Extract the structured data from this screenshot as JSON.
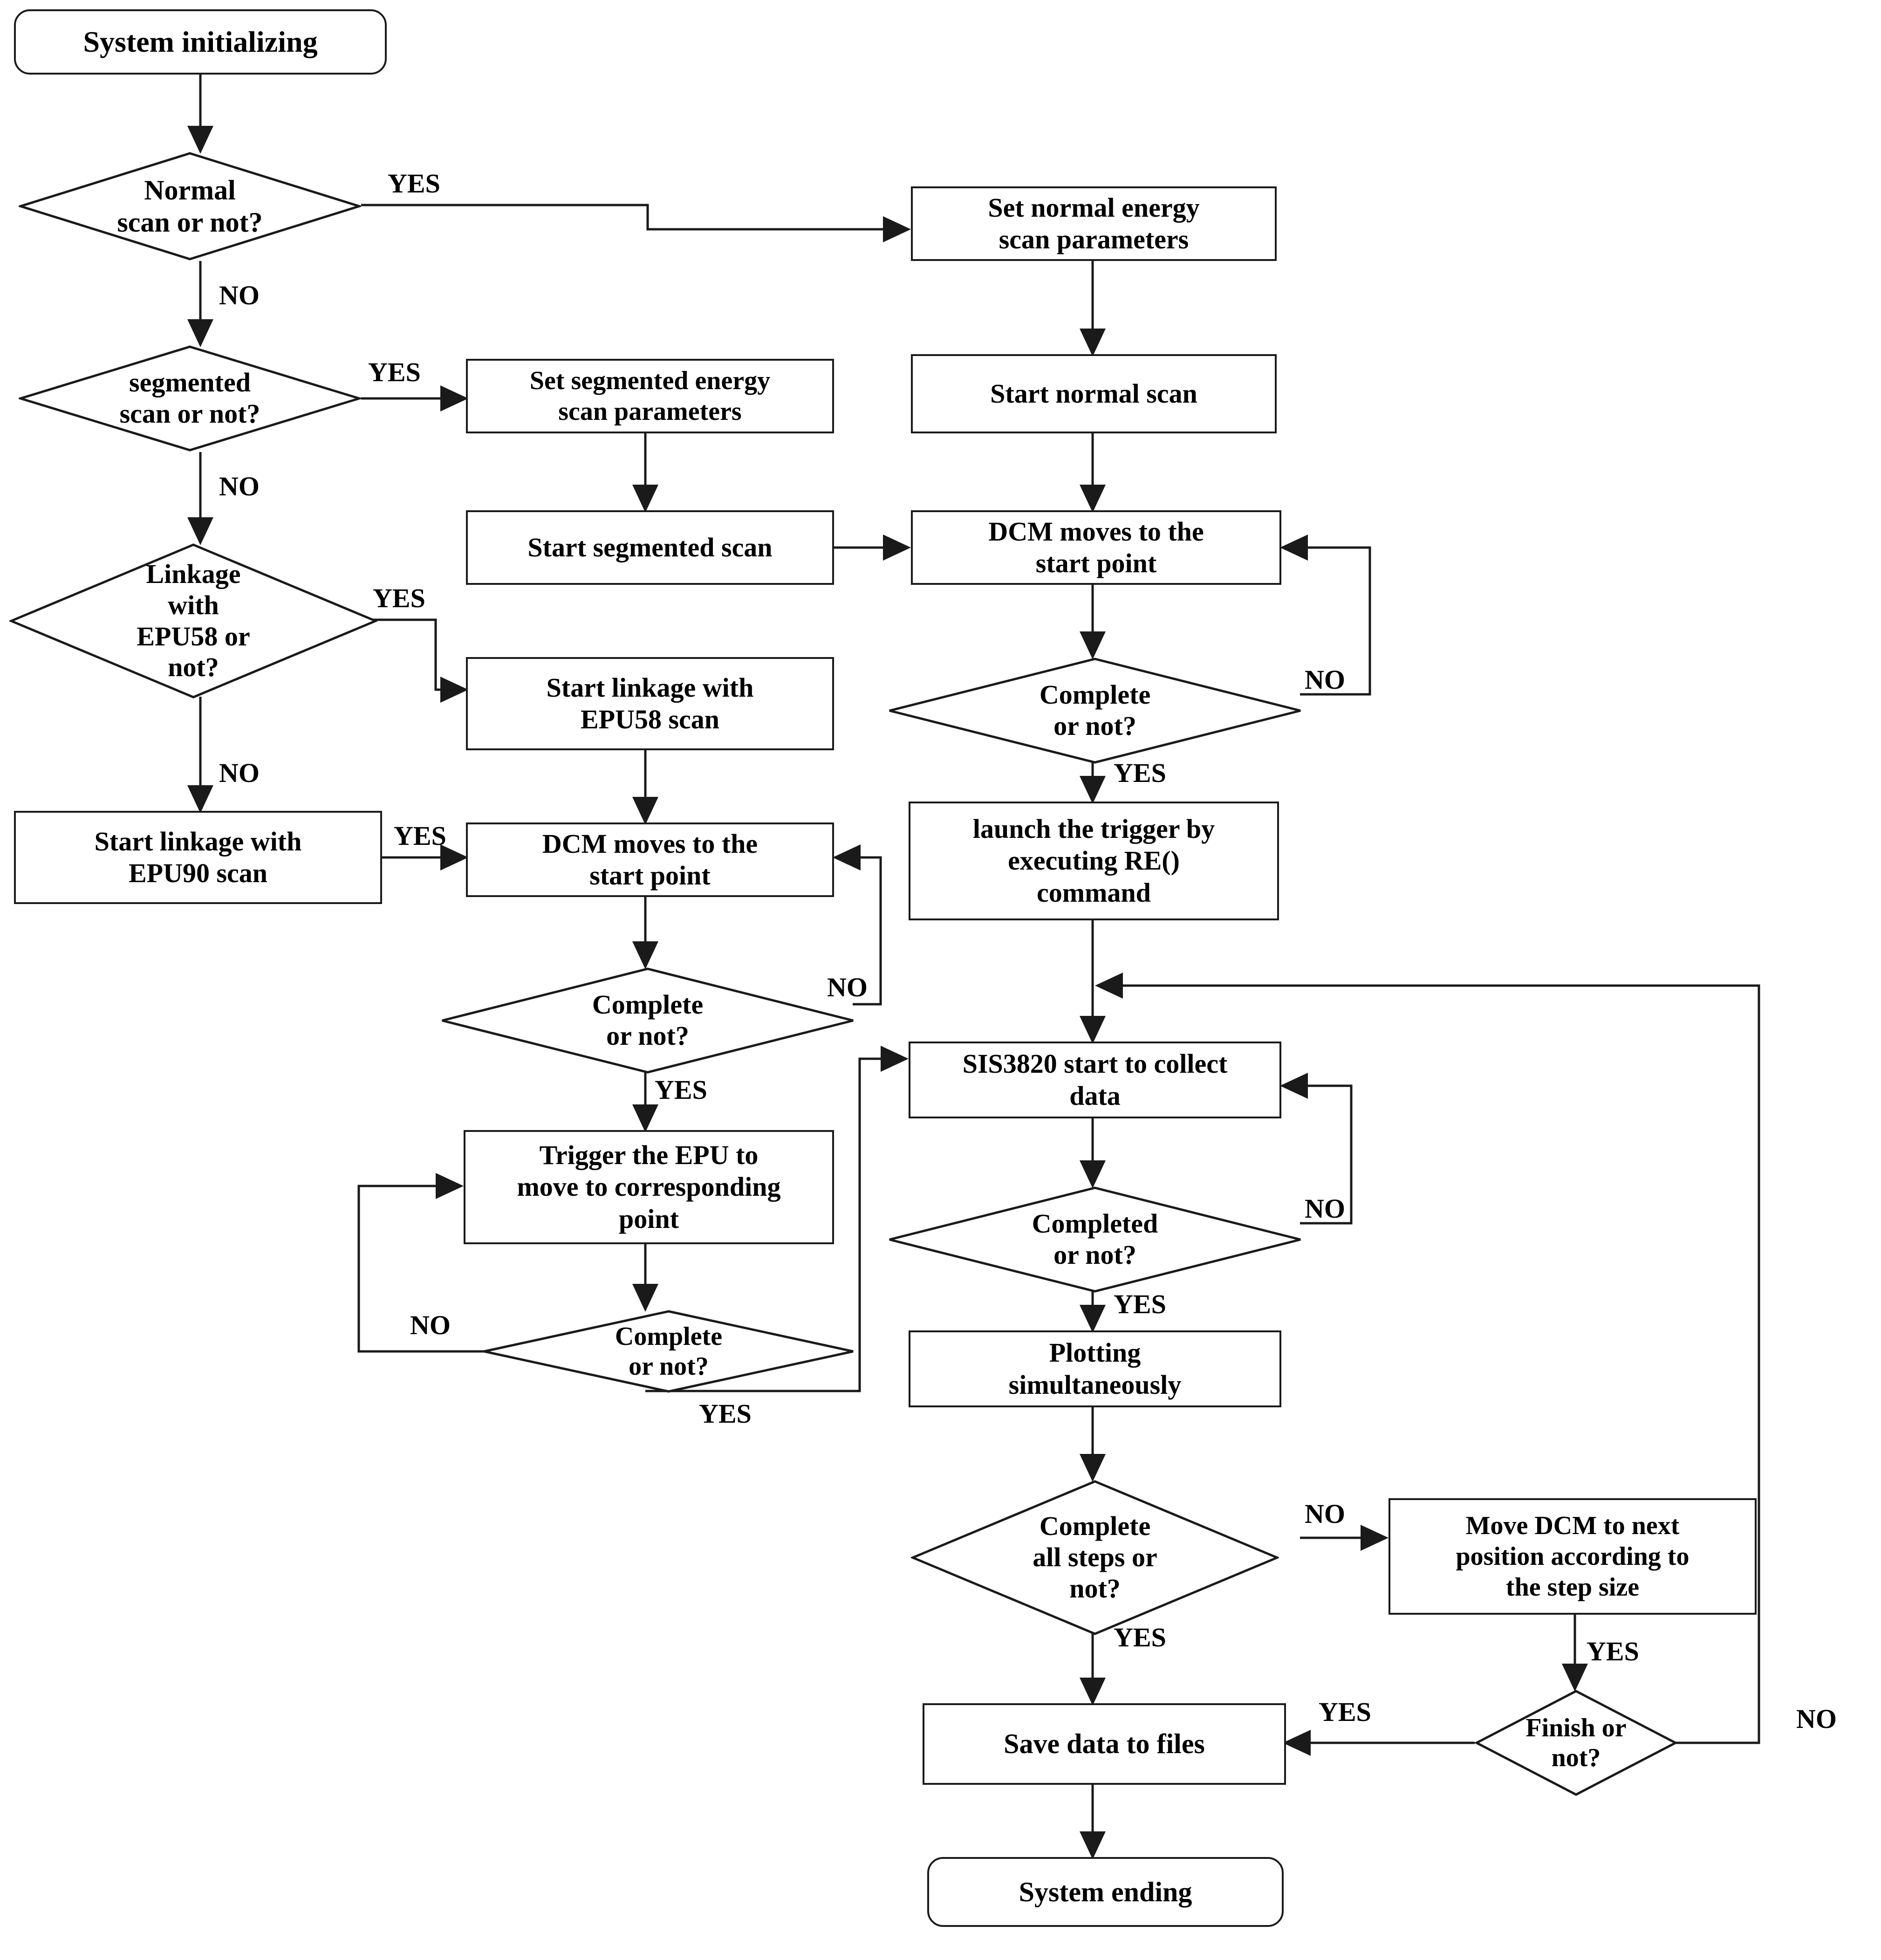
{
  "diagram": {
    "title": "Energy scan control flowchart",
    "stroke_color": "#1a1a1a",
    "background_color": "#ffffff",
    "nodes": [
      {
        "id": "system-init",
        "shape": "terminator",
        "label": "System initializing"
      },
      {
        "id": "normal-scan-q",
        "shape": "decision",
        "label": "Normal\nscan or not?"
      },
      {
        "id": "set-normal-params",
        "shape": "process",
        "label": "Set   normal energy\nscan parameters"
      },
      {
        "id": "start-normal-scan",
        "shape": "process",
        "label": "Start normal scan"
      },
      {
        "id": "segmented-scan-q",
        "shape": "decision",
        "label": "segmented\nscan or not?"
      },
      {
        "id": "set-seg-params",
        "shape": "process",
        "label": "Set  segmented energy\nscan parameters"
      },
      {
        "id": "start-seg-scan",
        "shape": "process",
        "label": "Start segmented scan"
      },
      {
        "id": "linkage-epu58-q",
        "shape": "decision",
        "label": "Linkage\nwith\nEPU58 or\nnot?"
      },
      {
        "id": "start-epu58",
        "shape": "process",
        "label": "Start linkage with\nEPU58 scan"
      },
      {
        "id": "start-epu90",
        "shape": "process",
        "label": "Start linkage with\nEPU90 scan"
      },
      {
        "id": "dcm-start-right",
        "shape": "process",
        "label": "DCM moves to the\nstart point"
      },
      {
        "id": "dcm-complete-right",
        "shape": "decision",
        "label": "Complete\nor not?"
      },
      {
        "id": "dcm-start-mid",
        "shape": "process",
        "label": "DCM moves to the\nstart point"
      },
      {
        "id": "dcm-complete-mid",
        "shape": "decision",
        "label": "Complete\nor not?"
      },
      {
        "id": "launch-trigger",
        "shape": "process",
        "label": "launch the trigger by\nexecuting RE()\ncommand"
      },
      {
        "id": "trigger-epu",
        "shape": "process",
        "label": "Trigger the EPU to\nmove to corresponding\npoint"
      },
      {
        "id": "epu-complete-q",
        "shape": "decision",
        "label": "Complete\nor not?"
      },
      {
        "id": "sis3820-collect",
        "shape": "process",
        "label": "SIS3820 start to collect\ndata"
      },
      {
        "id": "collect-complete-q",
        "shape": "decision",
        "label": "Completed\nor not?"
      },
      {
        "id": "plotting",
        "shape": "process",
        "label": "Plotting\nsimultaneously"
      },
      {
        "id": "all-steps-q",
        "shape": "decision",
        "label": "Complete\nall steps or\nnot?"
      },
      {
        "id": "move-dcm-next",
        "shape": "process",
        "label": "Move DCM to next\nposition according to\nthe step size"
      },
      {
        "id": "finish-q",
        "shape": "decision",
        "label": "Finish or\nnot?"
      },
      {
        "id": "save-data",
        "shape": "process",
        "label": "Save data to files"
      },
      {
        "id": "system-ending",
        "shape": "terminator",
        "label": "System ending"
      }
    ],
    "edge_labels": [
      {
        "id": "normal-yes",
        "text": "YES"
      },
      {
        "id": "normal-no",
        "text": "NO"
      },
      {
        "id": "segmented-yes",
        "text": "YES"
      },
      {
        "id": "segmented-no",
        "text": "NO"
      },
      {
        "id": "linkage-yes",
        "text": "YES"
      },
      {
        "id": "linkage-no",
        "text": "NO"
      },
      {
        "id": "epu90-yes",
        "text": "YES"
      },
      {
        "id": "dcm-right-no",
        "text": "NO"
      },
      {
        "id": "dcm-right-yes",
        "text": "YES"
      },
      {
        "id": "dcm-mid-no",
        "text": "NO"
      },
      {
        "id": "dcm-mid-yes",
        "text": "YES"
      },
      {
        "id": "epu-complete-no",
        "text": "NO"
      },
      {
        "id": "epu-complete-yes",
        "text": "YES"
      },
      {
        "id": "collect-no",
        "text": "NO"
      },
      {
        "id": "collect-yes",
        "text": "YES"
      },
      {
        "id": "allsteps-no",
        "text": "NO"
      },
      {
        "id": "allsteps-yes",
        "text": "YES"
      },
      {
        "id": "movedcm-yes",
        "text": "YES"
      },
      {
        "id": "finish-yes",
        "text": "YES"
      },
      {
        "id": "finish-no",
        "text": "NO"
      }
    ]
  }
}
